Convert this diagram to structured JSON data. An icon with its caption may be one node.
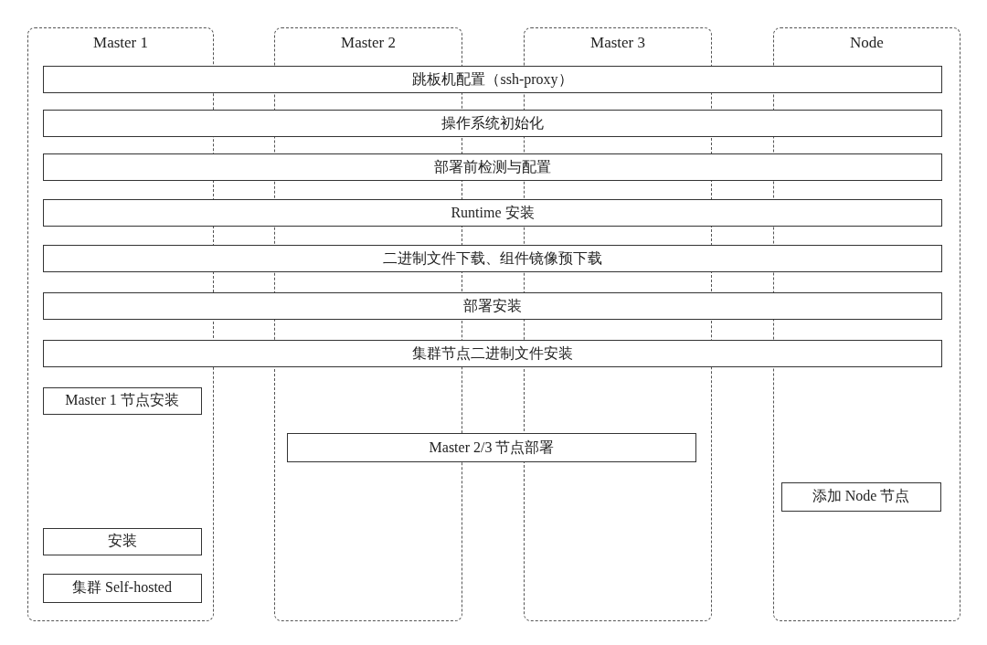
{
  "diagram": {
    "nodes": [
      {
        "text": [
          "Master 1"
        ]
      },
      {
        "text": [
          "Master 2"
        ]
      },
      {
        "text": [
          "Master 3"
        ]
      },
      {
        "text": [
          "Node"
        ]
      },
      {
        "text": [
          "跳板机配置（ssh-proxy）"
        ]
      },
      {
        "text": [
          "操作系统初始化"
        ]
      },
      {
        "text": [
          "部署前检测与配置"
        ]
      },
      {
        "text": [
          "Runtime 安装"
        ]
      },
      {
        "text": [
          "二进制文件下载、组件镜像预下载"
        ]
      },
      {
        "text": [
          "部署安装"
        ]
      },
      {
        "text": [
          "集群节点二进制文件安装"
        ]
      },
      {
        "text": [
          "Master 1 节点安装"
        ],
        "in": 0
      },
      {
        "text": [
          "Master 2/3 节点部署"
        ]
      },
      {
        "text": [
          "添加 Node 节点"
        ],
        "in": 3
      },
      {
        "text": [
          "安装"
        ],
        "in": 0
      },
      {
        "text": [
          "集群 Self-hosted"
        ],
        "in": 0
      }
    ],
    "edges": []
  }
}
